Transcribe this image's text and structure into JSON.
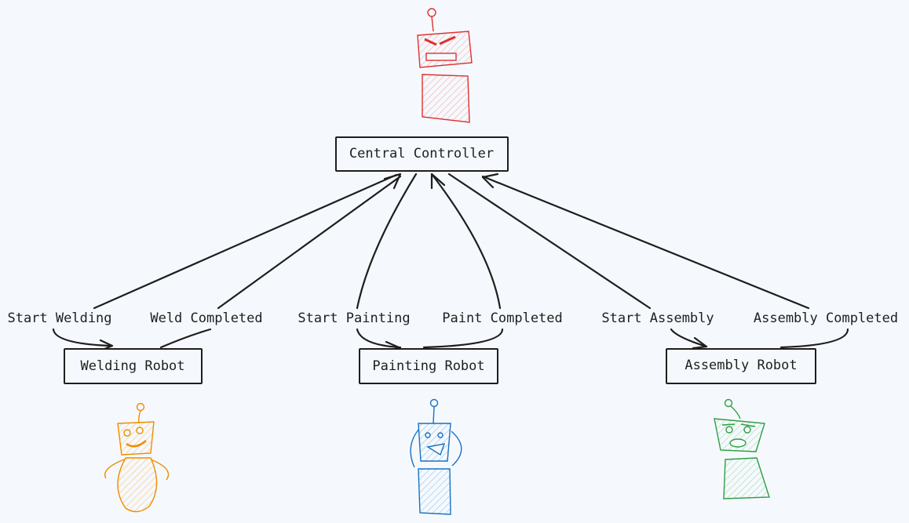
{
  "nodes": {
    "controller": "Central Controller",
    "welding": "Welding Robot",
    "painting": "Painting Robot",
    "assembly": "Assembly Robot"
  },
  "edges": {
    "start_welding": "Start Welding",
    "weld_completed": "Weld Completed",
    "start_painting": "Start Painting",
    "paint_completed": "Paint Completed",
    "start_assembly": "Start Assembly",
    "assembly_completed": "Assembly Completed"
  },
  "icons": {
    "controller": "red-robot-icon",
    "welding": "orange-robot-icon",
    "painting": "blue-robot-icon",
    "assembly": "green-robot-icon"
  },
  "colors": {
    "background": "#f5f9fd",
    "stroke": "#1e1e1e",
    "red": "#e03131",
    "orange": "#f08c00",
    "blue": "#1971c2",
    "green": "#2f9e44"
  }
}
